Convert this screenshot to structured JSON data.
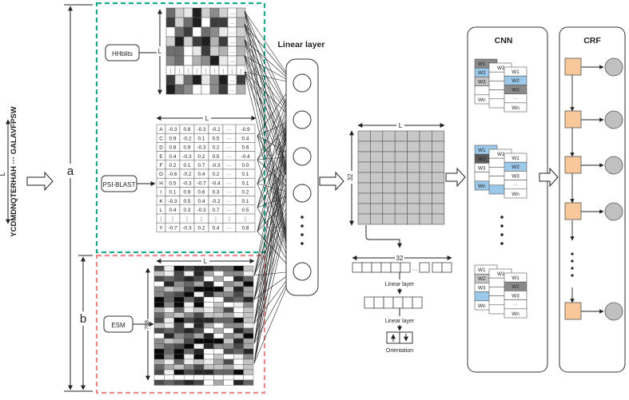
{
  "sequence": "YCDMDNQTERHAH ··· GALAVFPSW",
  "seq_length_label": "L",
  "section_labels": {
    "a": "a",
    "b": "b"
  },
  "inputs": {
    "hhblits": "HHblits",
    "psiblast": "PSI-BLAST",
    "esm": "ESM"
  },
  "dims": {
    "L": "L",
    "esm_width": "768",
    "feature_32": "32",
    "feature_L": "L"
  },
  "pssm": {
    "rows": [
      [
        "A",
        "-0.3",
        "0.8",
        "-0.3",
        "-0.2",
        "···",
        "-0.9"
      ],
      [
        "C",
        "0.9",
        "-0.2",
        "0.1",
        "0.5",
        "···",
        "0.4"
      ],
      [
        "D",
        "0.8",
        "0.9",
        "-0.3",
        "0.2",
        "···",
        "0.6"
      ],
      [
        "E",
        "0.4",
        "-0.3",
        "0.2",
        "0.5",
        "···",
        "-0.4"
      ],
      [
        "F",
        "0.2",
        "0.1",
        "0.7",
        "-0.3",
        "···",
        "0.0"
      ],
      [
        "G",
        "-0.6",
        "-0.2",
        "0.4",
        "0.2",
        "···",
        "0.1"
      ],
      [
        "H",
        "0.5",
        "-0.3",
        "-0.7",
        "-0.4",
        "···",
        "0.1"
      ],
      [
        "I",
        "0.1",
        "0.9",
        "0.6",
        "0.3",
        "···",
        "0.2"
      ],
      [
        "K",
        "-0.3",
        "0.5",
        "0.4",
        "-0.2",
        "···",
        "0.1"
      ],
      [
        "L",
        "0.4",
        "0.3",
        "-0.3",
        "0.7",
        "···",
        "0.5"
      ],
      [
        "⋮",
        "⋮",
        "⋮",
        "⋮",
        "⋮",
        "⋮",
        "⋮"
      ],
      [
        "Y",
        "-0.7",
        "-0.3",
        "0.2",
        "0.4",
        "···",
        "0.8"
      ]
    ]
  },
  "linear_layer": {
    "title": "Linear layer"
  },
  "cnn": {
    "title": "CNN",
    "window_labels": [
      "W1",
      "W2",
      "W3",
      "···",
      "Wn"
    ],
    "card_back_labels": [
      "W1",
      "W2",
      "W3",
      "Wn"
    ]
  },
  "crf": {
    "title": "CRF"
  },
  "orientation_branch": {
    "width_label": "32",
    "linear_layer_1": "Linear layer",
    "linear_layer_2": "Linear layer",
    "output": "Orientation"
  },
  "colors": {
    "teal": "#1aaa8c",
    "pink": "#e98a8a",
    "grid_gray": "#c8c8c8",
    "blue": "#9cc8ea",
    "orange": "#f8c89a",
    "circle": "#c0c0c0"
  }
}
